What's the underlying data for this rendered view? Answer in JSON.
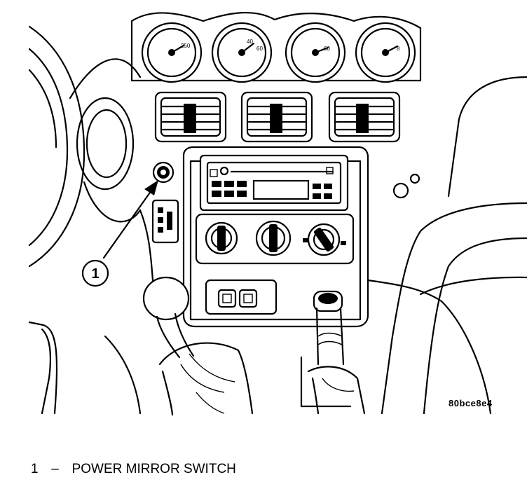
{
  "diagram": {
    "callout": {
      "number": "1"
    },
    "figure_code": "80bce8e4",
    "legend": [
      {
        "number": "1",
        "dash": "–",
        "label": "POWER MIRROR SWITCH"
      }
    ],
    "gauge_labels": {
      "speedometer": "250",
      "tach_a": "40",
      "tach_b": "60",
      "temp": "60",
      "fuel": "8"
    }
  }
}
